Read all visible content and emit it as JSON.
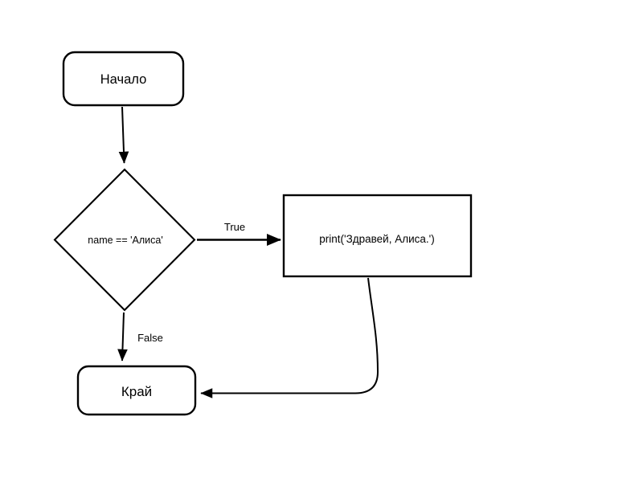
{
  "flowchart": {
    "nodes": {
      "start": {
        "label": "Начало",
        "shape": "rounded-rectangle"
      },
      "decision": {
        "label": "name == 'Алиса'",
        "shape": "diamond"
      },
      "process": {
        "label": "print('Здравей, Алиса.')",
        "shape": "rectangle"
      },
      "end": {
        "label": "Край",
        "shape": "rounded-rectangle"
      }
    },
    "edges": {
      "start_to_decision": {
        "label": ""
      },
      "true_branch": {
        "label": "True"
      },
      "false_branch": {
        "label": "False"
      },
      "process_to_end": {
        "label": ""
      }
    },
    "colors": {
      "stroke": "#000000",
      "text": "#000000",
      "background": "#ffffff"
    }
  }
}
